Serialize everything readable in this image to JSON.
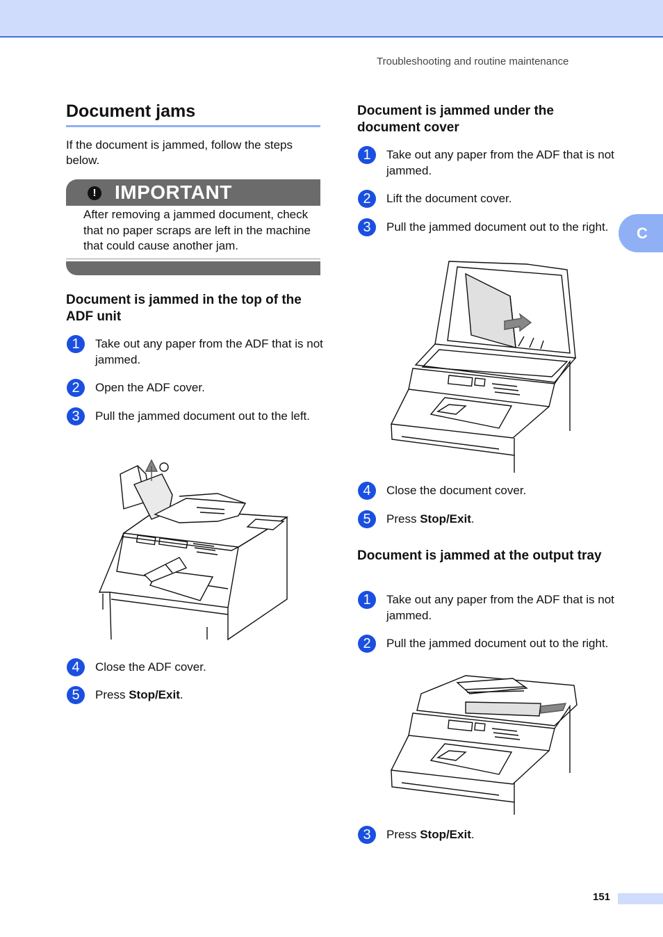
{
  "header": {
    "running_title": "Troubleshooting and routine maintenance"
  },
  "side_tab": {
    "label": "C"
  },
  "footer": {
    "page_number": "151"
  },
  "section": {
    "title": "Document jams",
    "intro": "If the document is jammed, follow the steps below."
  },
  "important": {
    "icon": "!",
    "label": "IMPORTANT",
    "text": "After removing a jammed document, check that no paper scraps are left in the machine that could cause another jam."
  },
  "adf_top": {
    "heading": "Document is jammed in the top of the ADF unit",
    "steps": [
      {
        "num": "1",
        "text": "Take out any paper from the ADF that is not jammed."
      },
      {
        "num": "2",
        "text": "Open the ADF cover."
      },
      {
        "num": "3",
        "text": "Pull the jammed document out to the left."
      },
      {
        "num": "4",
        "text": "Close the ADF cover."
      },
      {
        "num": "5",
        "pre": "Press ",
        "bold": "Stop/Exit",
        "post": "."
      }
    ]
  },
  "under_cover": {
    "heading": "Document is jammed under the document cover",
    "steps": [
      {
        "num": "1",
        "text": "Take out any paper from the ADF that is not jammed."
      },
      {
        "num": "2",
        "text": "Lift the document cover."
      },
      {
        "num": "3",
        "text": "Pull the jammed document out to the right."
      },
      {
        "num": "4",
        "text": "Close the document cover."
      },
      {
        "num": "5",
        "pre": "Press ",
        "bold": "Stop/Exit",
        "post": "."
      }
    ]
  },
  "output_tray": {
    "heading": "Document is jammed at the output tray",
    "steps": [
      {
        "num": "1",
        "text": "Take out any paper from the ADF that is not jammed."
      },
      {
        "num": "2",
        "text": "Pull the jammed document out to the right."
      },
      {
        "num": "3",
        "pre": "Press ",
        "bold": "Stop/Exit",
        "post": "."
      }
    ]
  },
  "colors": {
    "accent_blue": "#1a4fe0",
    "band_blue": "#cfdcfb",
    "tab_blue": "#8fb0f5",
    "important_gray": "#6b6b6b"
  }
}
